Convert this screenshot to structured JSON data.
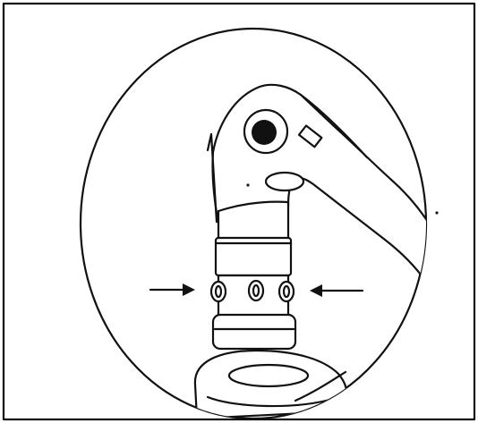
{
  "illustration": {
    "subject": "valve-rocker-arm-with-valve-stem-and-split-collets",
    "colors": {
      "ink": "#111111",
      "paper": "#ffffff",
      "dot": "#1a1a1a"
    },
    "callouts": [
      {
        "id": "left-arrow",
        "icon": "arrow-right-icon"
      },
      {
        "id": "right-arrow",
        "icon": "arrow-left-icon"
      }
    ]
  }
}
